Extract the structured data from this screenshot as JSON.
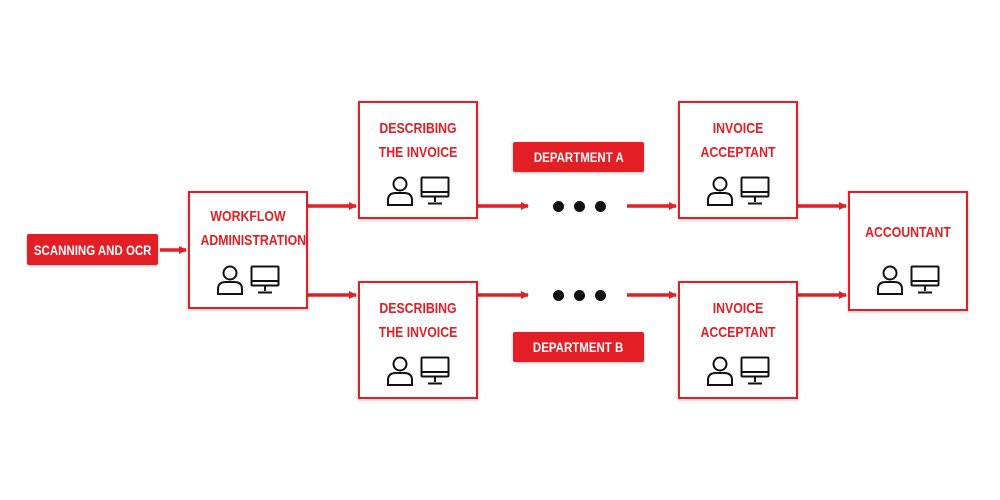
{
  "colors": {
    "accent": "#e31e24",
    "icon": "#111111",
    "dots": "#111111"
  },
  "start_label": "SCANNING AND OCR",
  "nodes": {
    "workflow": "WORKFLOW\nADMINISTRATION",
    "describe_a": "DESCRIBING\nTHE INVOICE",
    "describe_b": "DESCRIBING\nTHE INVOICE",
    "acceptant_a": "INVOICE\nACCEPTANT",
    "acceptant_b": "INVOICE\nACCEPTANT",
    "accountant": "ACCOUNTANT"
  },
  "departments": {
    "a": "DEPARTMENT A",
    "b": "DEPARTMENT B"
  },
  "icons": [
    "person-icon",
    "computer-monitor-icon"
  ]
}
